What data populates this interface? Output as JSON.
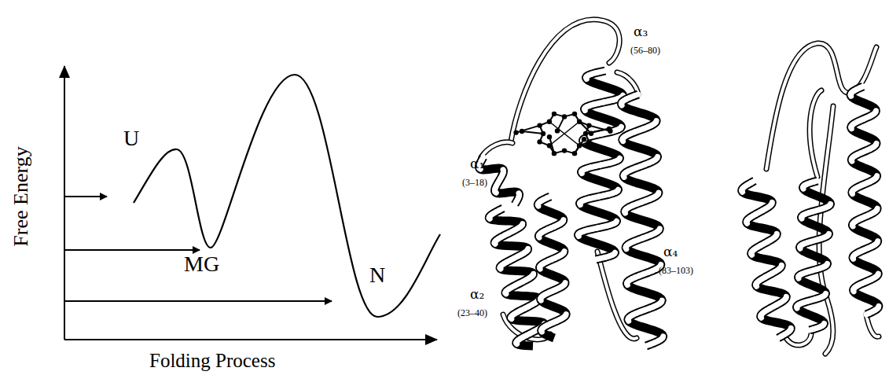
{
  "diagram": {
    "labels": [
      "Free Energy",
      "Folding Process",
      "U",
      "MG",
      "N",
      "α₁",
      "(3–18)",
      "α₂",
      "(23–40)",
      "α₃",
      "(56–80)",
      "α₄",
      "(83–103)"
    ]
  }
}
